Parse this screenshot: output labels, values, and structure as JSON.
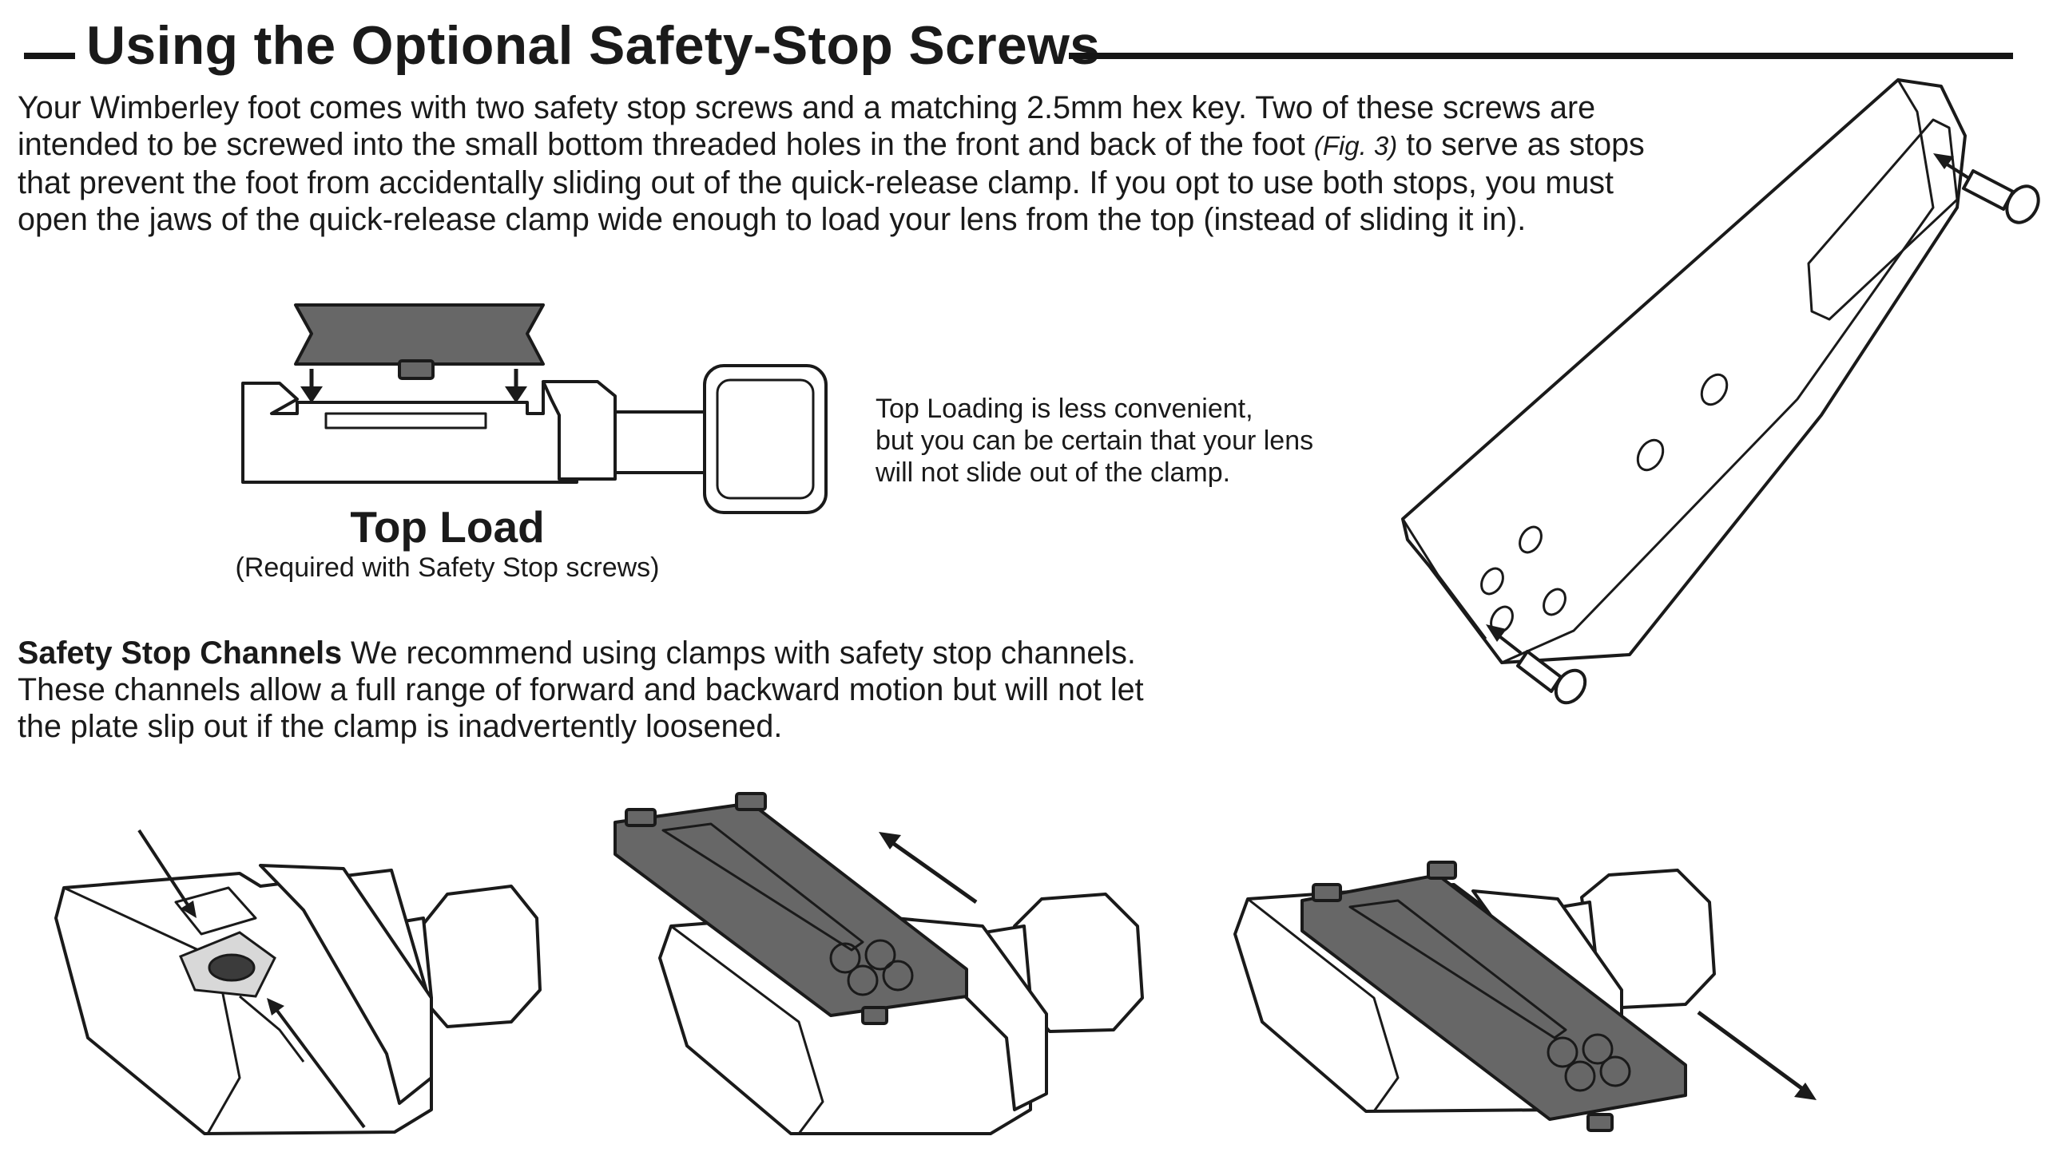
{
  "heading": {
    "title": "Using the Optional Safety-Stop Screws"
  },
  "intro": {
    "line1": "Your Wimberley foot comes with two safety stop screws and a matching 2.5mm hex key. Two of these screws are",
    "line2_a": "intended to be screwed into the small bottom threaded holes in the front and back of the foot ",
    "line2_fig": "(Fig. 3)",
    "line2_b": " to serve as stops",
    "line3": "that prevent the foot from accidentally sliding out of the quick-release clamp. If you opt to use both stops, you must",
    "line4": "open the jaws of the quick-release clamp wide enough to load your lens from the top (instead of sliding it in)."
  },
  "top_load": {
    "caption": "Top Load",
    "subcaption": "(Required with Safety Stop screws)",
    "note_line1": "Top Loading is less convenient,",
    "note_line2": "but you can be certain that your lens",
    "note_line3": "will not slide out of the clamp."
  },
  "safety_channels": {
    "heading": "Safety Stop Channels",
    "line1_rest": " We recommend using clamps with safety stop channels.",
    "line2": "These channels allow a full range of forward and backward motion but will not let",
    "line3": "the plate slip out if the clamp is inadvertently loosened."
  },
  "colors": {
    "ink": "#1a1a1a",
    "plate_grey": "#676767",
    "background": "#ffffff"
  },
  "illustrations": [
    "top-load-clamp-diagram",
    "lens-foot-with-safety-screws",
    "clamp-safety-stop-channel",
    "clamp-plate-sliding-back",
    "clamp-plate-sliding-forward"
  ]
}
